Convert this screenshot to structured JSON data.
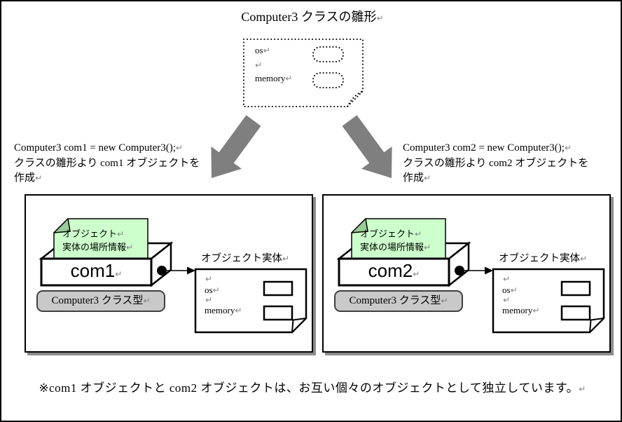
{
  "page": {
    "title": "Computer3 クラスの雛形",
    "footnote": "※com1 オブジェクトと com2 オブジェクトは、お互い個々のオブジェクトとして独立しています。"
  },
  "marks": {
    "crlf": "↵"
  },
  "template_box": {
    "field1": "os",
    "field2": "memory"
  },
  "branches": [
    {
      "code": "Computer3 com1 = new Computer3();",
      "desc1": "クラスの雛形より com1 オブジェクトを",
      "desc2": "作成"
    },
    {
      "code": "Computer3 com2 = new Computer3();",
      "desc1": "クラスの雛形より com2 オブジェクトを",
      "desc2": "作成"
    }
  ],
  "panels": [
    {
      "note_line1": "オブジェクト",
      "note_line2": "実体の場所情報",
      "var_name": "com1",
      "type_label": "Computer3 クラス型",
      "entity_title": "オブジェクト実体",
      "field1": "os",
      "field2": "memory"
    },
    {
      "note_line1": "オブジェクト",
      "note_line2": "実体の場所情報",
      "var_name": "com2",
      "type_label": "Computer3 クラス型",
      "entity_title": "オブジェクト実体",
      "field1": "os",
      "field2": "memory"
    }
  ],
  "colors": {
    "arrow": "#7f7f7f",
    "note_fill": "#ccffcc",
    "note_fold": "#99cc99",
    "badge_fill": "#c9c9c9",
    "badge_border": "#404040",
    "panel_shadow": "#8c8c8c",
    "crlf_mark": "#808080",
    "outline": "#000000"
  }
}
